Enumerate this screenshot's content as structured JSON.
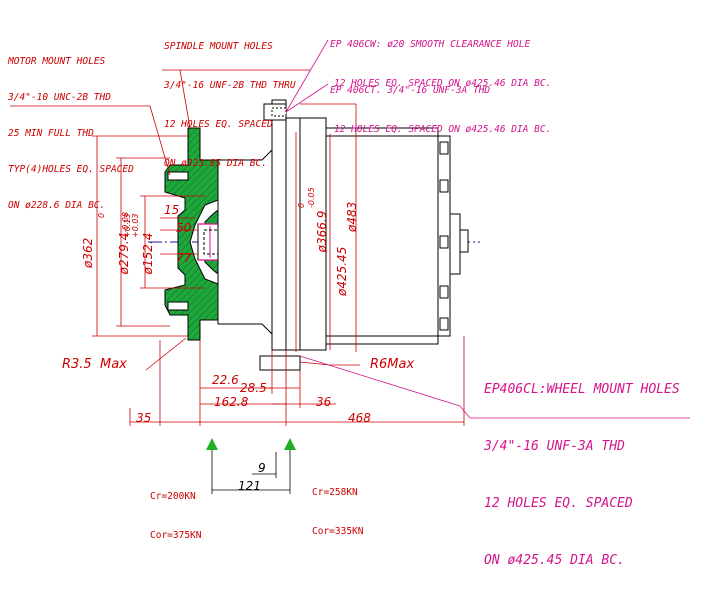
{
  "notes": {
    "motor_mount": [
      "MOTOR MOUNT HOLES",
      "3/4\"-10 UNC-2B THD",
      "25 MIN FULL THD",
      "TYP(4)HOLES EQ. SPACED",
      "ON ø228.6 DIA BC."
    ],
    "spindle_mount": [
      "SPINDLE MOUNT HOLES",
      "3/4\"-16 UNF-2B THD THRU",
      "12 HOLES EQ. SPACED",
      "ON ø323.85 DIA BC."
    ],
    "ep406cw": [
      "EP 406CW: ø20 SMOOTH CLEARANCE HOLE",
      "12 HOLES EQ. SPACED ON ø425.46 DIA BC."
    ],
    "ep406ct": [
      "EP 406CT. 3/4\"-16 UNF-3A THD",
      "12 HOLES EQ. SPACED ON ø425.46 DIA BC."
    ],
    "ep406cl": [
      "EP406CL:WHEEL MOUNT HOLES",
      "3/4\"-16 UNF-3A THD",
      "12 HOLES EQ. SPACED",
      "ON ø425.45 DIA BC."
    ]
  },
  "dims": {
    "d362": "ø362",
    "d279": "ø279.4",
    "d279_tol": "-0.08",
    "d279_tol_up": "0",
    "d152": "ø152.4",
    "d152_tol_up": "+0.13",
    "d152_tol_lo": "+0.03",
    "d366": "ø366.9",
    "d366_tol_up": "0",
    "d366_tol_lo": "-0.05",
    "d425": "ø425.45",
    "d483": "ø483",
    "v15": "15",
    "v50": "50",
    "v77": "77",
    "r35": "R3.5  Max",
    "r6": "R6Max",
    "h226": "22.6",
    "h285": "28.5",
    "h1628": "162.8",
    "h36": "36",
    "h35": "35",
    "h468": "468"
  },
  "loads": {
    "left_cr": "Cr=200KN",
    "left_cor": "Cor=375KN",
    "right_cr": "Cr=258KN",
    "right_cor": "Cor=335KN",
    "gap": "9",
    "span": "121"
  },
  "colors": {
    "red": "#cc0000",
    "magenta": "#d4148c",
    "section": "#1ea83c",
    "centerline": "#1a1aa0",
    "arrow": "#20b020"
  }
}
